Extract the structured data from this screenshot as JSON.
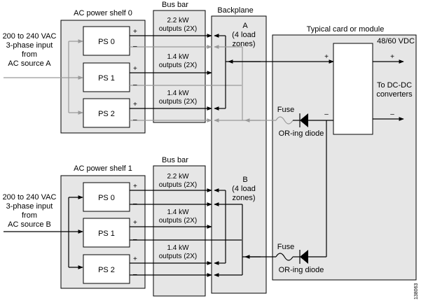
{
  "shelf0": {
    "title": "AC power shelf 0",
    "input": [
      "200 to 240 VAC",
      "3-phase input",
      "from",
      "AC source A"
    ],
    "ps": [
      "PS 0",
      "PS 1",
      "PS 2"
    ]
  },
  "shelf1": {
    "title": "AC power shelf 1",
    "input": [
      "200 to 240 VAC",
      "3-phase input",
      "from",
      "AC source B"
    ],
    "ps": [
      "PS 0",
      "PS 1",
      "PS 2"
    ]
  },
  "busbar": {
    "title": "Bus bar",
    "outputs": [
      [
        "2.2 kW",
        "outputs (2X)"
      ],
      [
        "1.4 kW",
        "outputs (2X)"
      ],
      [
        "1.4 kW",
        "outputs (2X)"
      ]
    ]
  },
  "backplane": {
    "title": "Backplane",
    "zone_a": [
      "A",
      "(4 load",
      "zones)"
    ],
    "zone_b": [
      "B",
      "(4 load",
      "zones)"
    ]
  },
  "card": {
    "title": "Typical card or module",
    "voltage": "48/60 VDC",
    "to_dcdc": [
      "To DC-DC",
      "converters"
    ],
    "fuse": "Fuse",
    "diode": "OR-ing diode"
  },
  "signs": {
    "plus": "+",
    "minus": "–"
  },
  "figure_id": "138063"
}
